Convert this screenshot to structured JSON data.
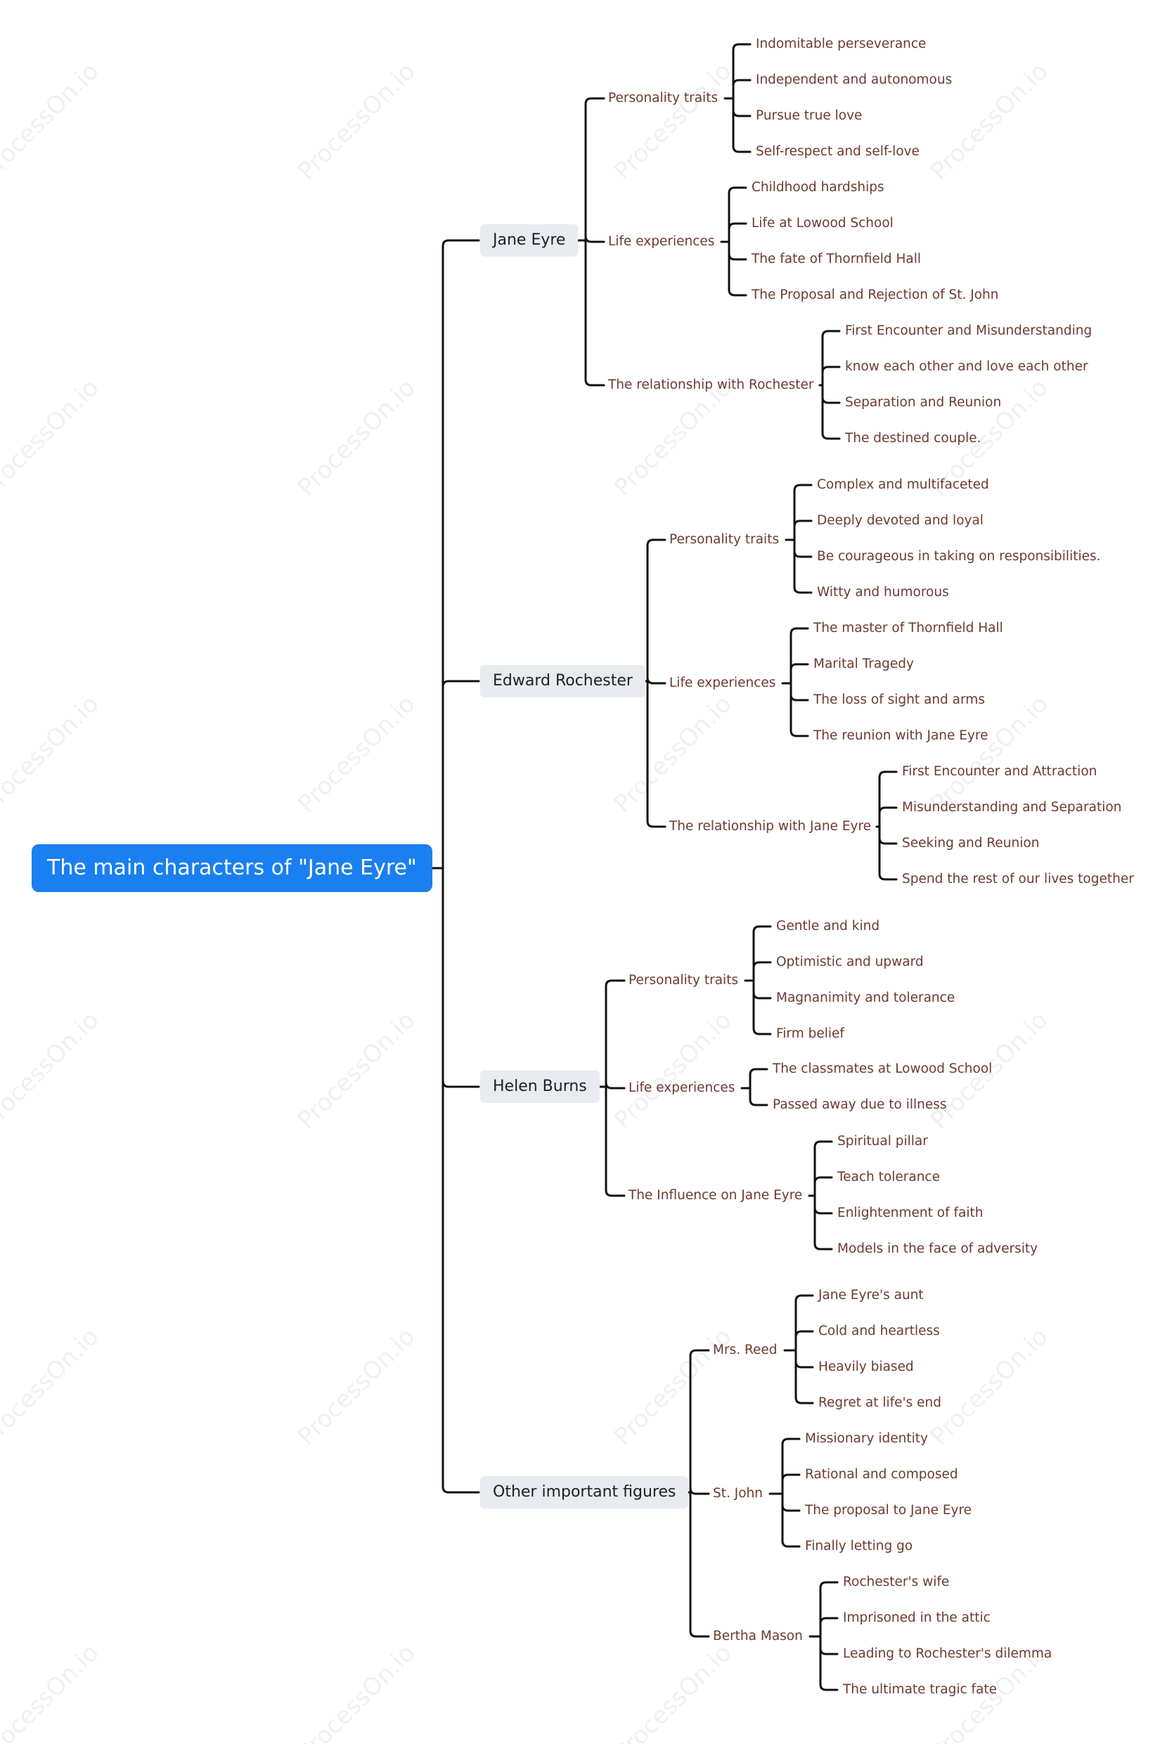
{
  "root": {
    "label": "The main characters of \"Jane Eyre\""
  },
  "watermark": {
    "text": "ProcessOn.io"
  },
  "colors": {
    "root_bg": "#1a7ff0",
    "main_bg": "#e8ebef",
    "line": "#111111",
    "text": "#6b3b2e"
  },
  "branches": [
    {
      "label": "Jane Eyre",
      "children": [
        {
          "label": "Personality traits",
          "children": [
            "Indomitable perseverance",
            "Independent and autonomous",
            "Pursue true love",
            "Self-respect and self-love"
          ]
        },
        {
          "label": "Life experiences",
          "children": [
            "Childhood hardships",
            "Life at Lowood School",
            "The fate of Thornfield Hall",
            "The Proposal and Rejection of St. John"
          ]
        },
        {
          "label": "The relationship with Rochester",
          "children": [
            "First Encounter and Misunderstanding",
            "know each other and love each other",
            "Separation and Reunion",
            "The destined couple."
          ]
        }
      ]
    },
    {
      "label": "Edward Rochester",
      "children": [
        {
          "label": "Personality traits",
          "children": [
            "Complex and multifaceted",
            "Deeply devoted and loyal",
            "Be courageous in taking on responsibilities.",
            "Witty and humorous"
          ]
        },
        {
          "label": "Life experiences",
          "children": [
            "The master of Thornfield Hall",
            "Marital Tragedy",
            "The loss of sight and arms",
            "The reunion with Jane Eyre"
          ]
        },
        {
          "label": "The relationship with Jane Eyre",
          "children": [
            "First Encounter and Attraction",
            "Misunderstanding and Separation",
            "Seeking and Reunion",
            "Spend the rest of our lives together"
          ]
        }
      ]
    },
    {
      "label": "Helen Burns",
      "children": [
        {
          "label": "Personality traits",
          "children": [
            "Gentle and kind",
            "Optimistic and upward",
            "Magnanimity and tolerance",
            "Firm belief"
          ]
        },
        {
          "label": "Life experiences",
          "children": [
            "The classmates at Lowood School",
            "Passed away due to illness"
          ]
        },
        {
          "label": "The Influence on Jane Eyre",
          "children": [
            "Spiritual pillar",
            "Teach tolerance",
            "Enlightenment of faith",
            "Models in the face of adversity"
          ]
        }
      ]
    },
    {
      "label": "Other important figures",
      "children": [
        {
          "label": "Mrs. Reed",
          "children": [
            "Jane Eyre's aunt",
            "Cold and heartless",
            "Heavily biased",
            "Regret at life's end"
          ]
        },
        {
          "label": "St. John",
          "children": [
            "Missionary identity",
            "Rational and composed",
            "The proposal to Jane Eyre",
            "Finally letting go"
          ]
        },
        {
          "label": "Bertha Mason",
          "children": [
            "Rochester's wife",
            "Imprisoned in the attic",
            "Leading to Rochester's dilemma",
            "The ultimate tragic fate"
          ]
        }
      ]
    }
  ]
}
